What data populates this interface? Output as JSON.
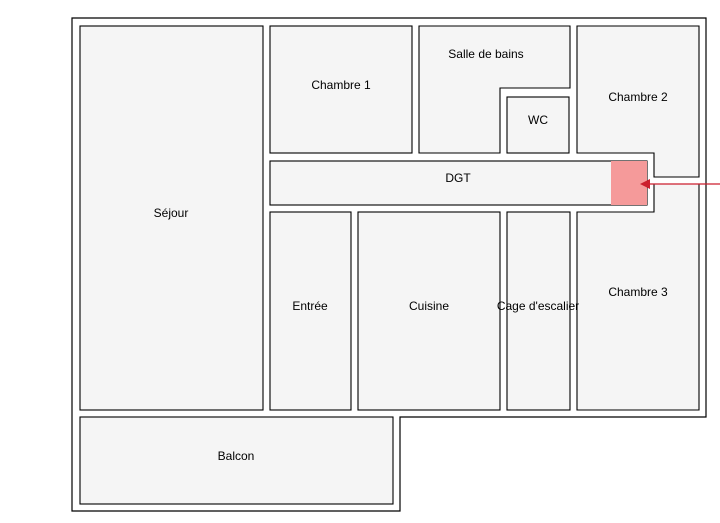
{
  "floor_plan": {
    "rooms": {
      "sejour": "Séjour",
      "chambre1": "Chambre 1",
      "salle_de_bains": "Salle de bains",
      "chambre2": "Chambre 2",
      "wc": "WC",
      "dgt": "DGT",
      "entree": "Entrée",
      "cuisine": "Cuisine",
      "cage_escalier": "Cage d'escalier",
      "chambre3": "Chambre 3",
      "balcon": "Balcon"
    },
    "colors": {
      "room_fill": "#f5f5f5",
      "wall": "#000000",
      "highlight": "#f59a9a",
      "arrow": "#cc1f2d"
    }
  }
}
